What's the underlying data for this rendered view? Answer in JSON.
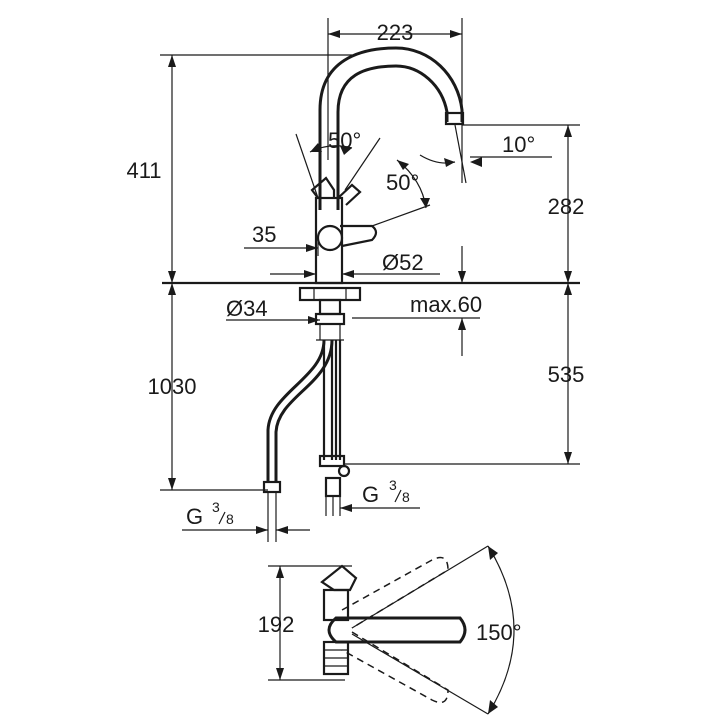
{
  "dimensions": {
    "spout_reach": "223",
    "total_height": "411",
    "spout_height": "282",
    "spout_angle": "10°",
    "lever_angle_left": "50°",
    "lever_angle_right": "50°",
    "lever_offset": "35",
    "body_diameter": "Ø52",
    "hole_diameter": "Ø34",
    "deck_thickness": "max.60",
    "hose_length": "1030",
    "below_deck": "535",
    "thread_left_main": "G",
    "thread_left_num": "3",
    "thread_left_den": "8",
    "thread_right_main": "G",
    "thread_right_num": "3",
    "thread_right_den": "8",
    "top_view_depth": "192",
    "swivel_angle": "150°"
  },
  "colors": {
    "ink": "#1a1a1a",
    "background": "#ffffff"
  }
}
